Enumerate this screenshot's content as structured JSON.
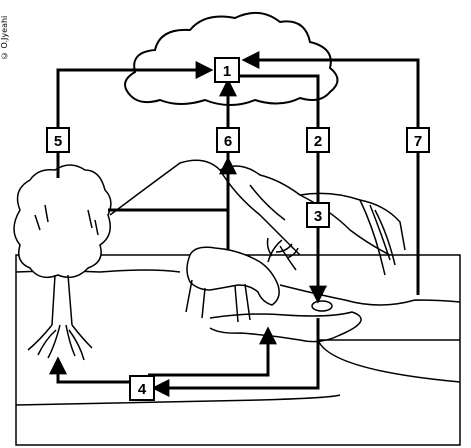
{
  "watermark": "© O.Jyeahi",
  "labels": {
    "n1": "1",
    "n2": "2",
    "n3": "3",
    "n4": "4",
    "n5": "5",
    "n6": "6",
    "n7": "7"
  },
  "colors": {
    "ink": "#000000",
    "paper": "#ffffff"
  }
}
